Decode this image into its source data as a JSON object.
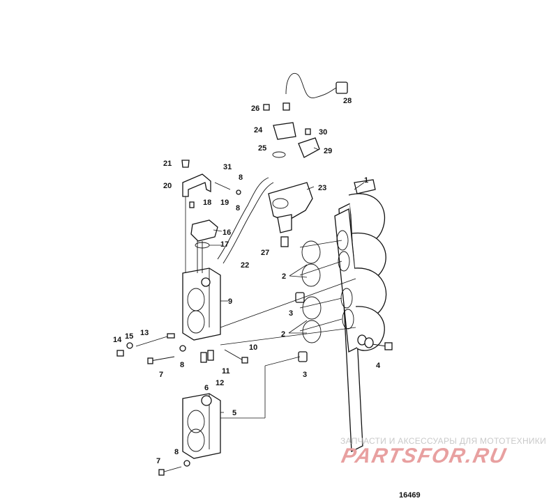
{
  "callouts": [
    {
      "id": "c1",
      "label": "1"
    },
    {
      "id": "c2a",
      "label": "2"
    },
    {
      "id": "c2b",
      "label": "2"
    },
    {
      "id": "c3a",
      "label": "3"
    },
    {
      "id": "c3b",
      "label": "3"
    },
    {
      "id": "c4",
      "label": "4"
    },
    {
      "id": "c5",
      "label": "5"
    },
    {
      "id": "c6",
      "label": "6"
    },
    {
      "id": "c7a",
      "label": "7"
    },
    {
      "id": "c7b",
      "label": "7"
    },
    {
      "id": "c8a",
      "label": "8"
    },
    {
      "id": "c8b",
      "label": "8"
    },
    {
      "id": "c8c",
      "label": "8"
    },
    {
      "id": "c8d",
      "label": "8"
    },
    {
      "id": "c9",
      "label": "9"
    },
    {
      "id": "c10",
      "label": "10"
    },
    {
      "id": "c11",
      "label": "11"
    },
    {
      "id": "c12",
      "label": "12"
    },
    {
      "id": "c13",
      "label": "13"
    },
    {
      "id": "c14",
      "label": "14"
    },
    {
      "id": "c15",
      "label": "15"
    },
    {
      "id": "c16",
      "label": "16"
    },
    {
      "id": "c17",
      "label": "17"
    },
    {
      "id": "c18",
      "label": "18"
    },
    {
      "id": "c19",
      "label": "19"
    },
    {
      "id": "c20",
      "label": "20"
    },
    {
      "id": "c21",
      "label": "21"
    },
    {
      "id": "c22",
      "label": "22"
    },
    {
      "id": "c23",
      "label": "23"
    },
    {
      "id": "c24",
      "label": "24"
    },
    {
      "id": "c25",
      "label": "25"
    },
    {
      "id": "c26",
      "label": "26"
    },
    {
      "id": "c27",
      "label": "27"
    },
    {
      "id": "c28",
      "label": "28"
    },
    {
      "id": "c29",
      "label": "29"
    },
    {
      "id": "c30",
      "label": "30"
    },
    {
      "id": "c31",
      "label": "31"
    }
  ],
  "watermark": {
    "tagline": "ЗАПЧАСТИ И АКСЕССУАРЫ ДЛЯ МОТОТЕХНИКИ",
    "brand": "PARTSFOR.RU"
  },
  "figure_number": "16469"
}
